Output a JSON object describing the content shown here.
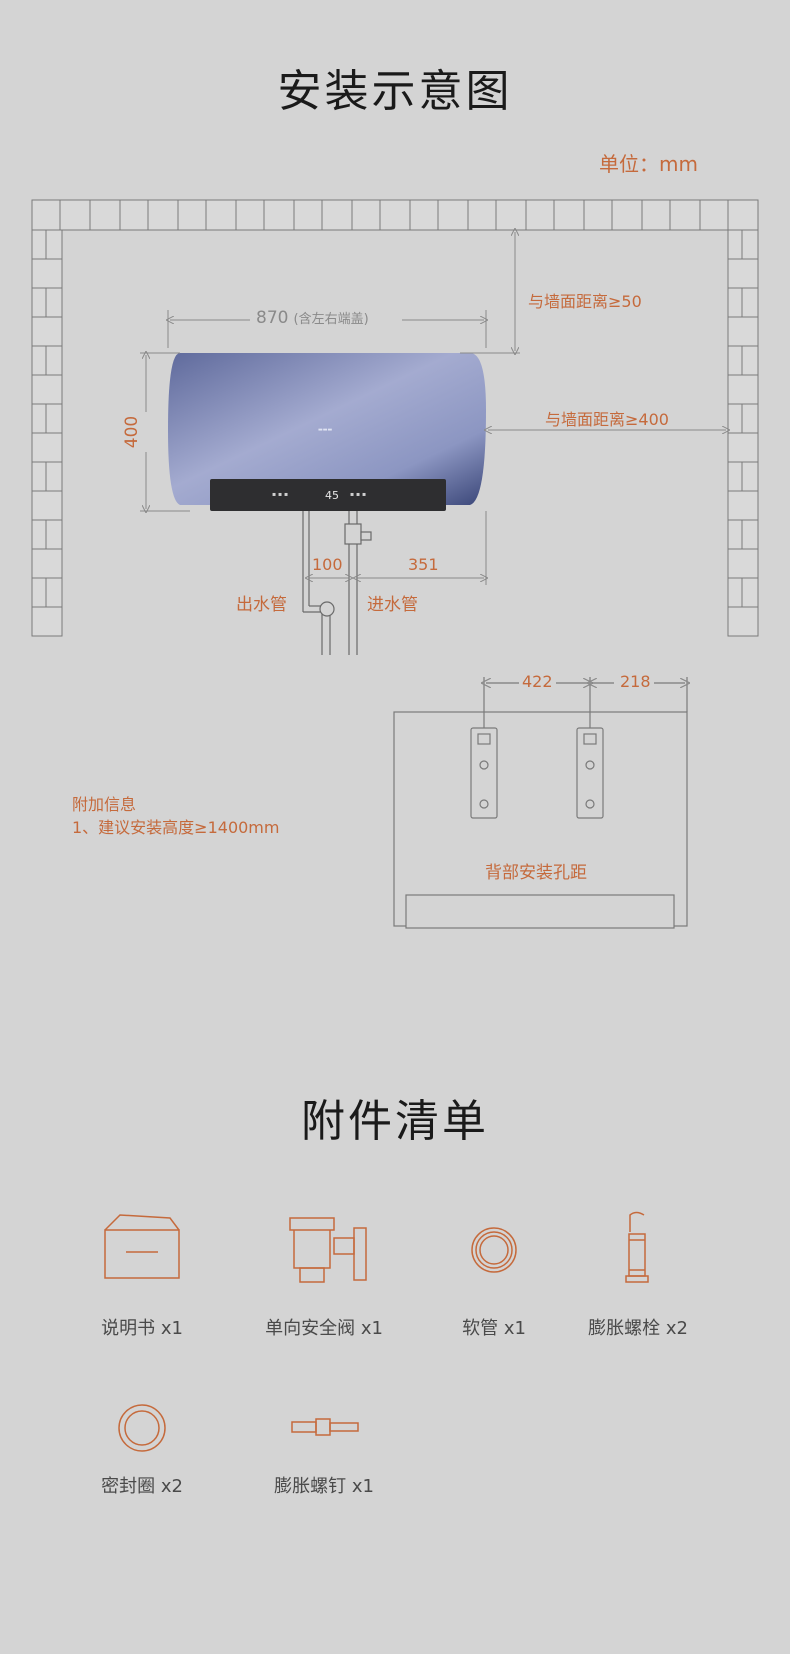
{
  "install_title": "安装示意图",
  "unit_label": "单位：mm",
  "dims": {
    "width_total": "870",
    "width_note": "(含左右端盖)",
    "height": "400",
    "wall_top": "与墙面距离≥50",
    "wall_right": "与墙面距离≥400",
    "pipe_gap": "100",
    "pipe_right": "351",
    "outlet": "出水管",
    "inlet": "进水管",
    "hole_left": "422",
    "hole_right": "218",
    "back_holes": "背部安装孔距"
  },
  "panel_display": "45",
  "extra_info": {
    "heading": "附加信息",
    "line1": "1、建议安装高度≥1400mm"
  },
  "accessories_title": "附件清单",
  "accessories": [
    {
      "label": "说明书",
      "qty": "x1",
      "icon": "manual-icon"
    },
    {
      "label": "单向安全阀",
      "qty": "x1",
      "icon": "safety-valve-icon"
    },
    {
      "label": "软管",
      "qty": "x1",
      "icon": "hose-icon"
    },
    {
      "label": "膨胀螺栓",
      "qty": "x2",
      "icon": "expansion-bolt-icon"
    },
    {
      "label": "密封圈",
      "qty": "x2",
      "icon": "seal-ring-icon"
    },
    {
      "label": "膨胀螺钉",
      "qty": "x1",
      "icon": "expansion-screw-icon"
    }
  ],
  "colors": {
    "accent": "#c56a3c",
    "background": "#d4d4d4",
    "tank": "#6f79a8",
    "line": "#6a6a6a"
  }
}
